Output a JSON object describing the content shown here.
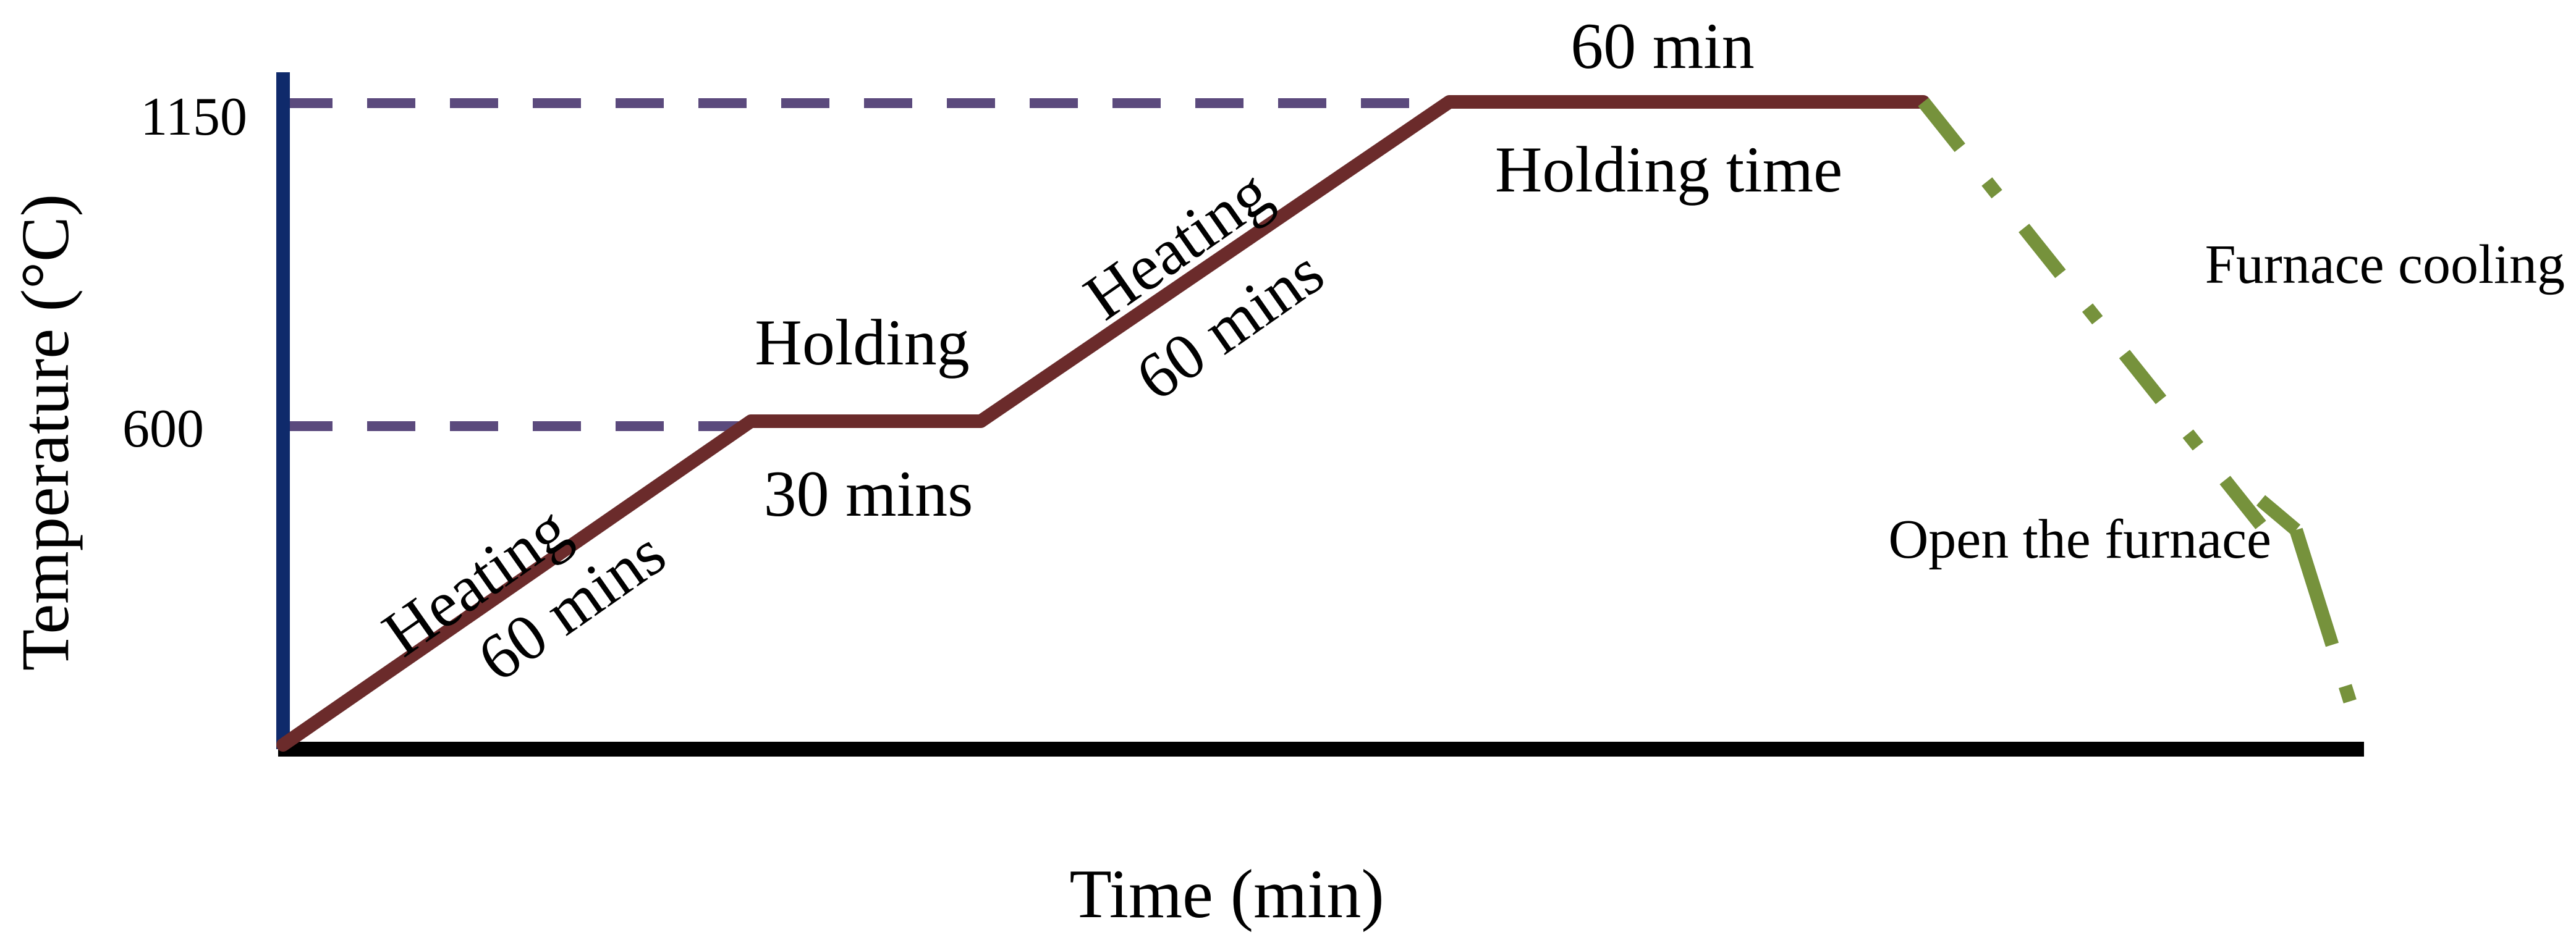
{
  "axes": {
    "y_label": "Temperature (°C)",
    "x_label": "Time (min)",
    "y_ticks": [
      "1150",
      "600"
    ]
  },
  "segments": {
    "heating1_top": "Heating",
    "heating1_bottom": "60 mins",
    "holding1_top": "Holding",
    "holding1_bottom": "30 mins",
    "heating2_top": "Heating",
    "heating2_bottom": "60 mins",
    "holding2_top": "60 min",
    "holding2_bottom": "Holding time",
    "cooling1": "Furnace cooling",
    "cooling2": "Open the furnace"
  },
  "colors": {
    "y_axis": "#0f2a6b",
    "x_axis": "#000000",
    "profile": "#6b2b2b",
    "cooling": "#76923c",
    "guide": "#5b4a7d"
  }
}
